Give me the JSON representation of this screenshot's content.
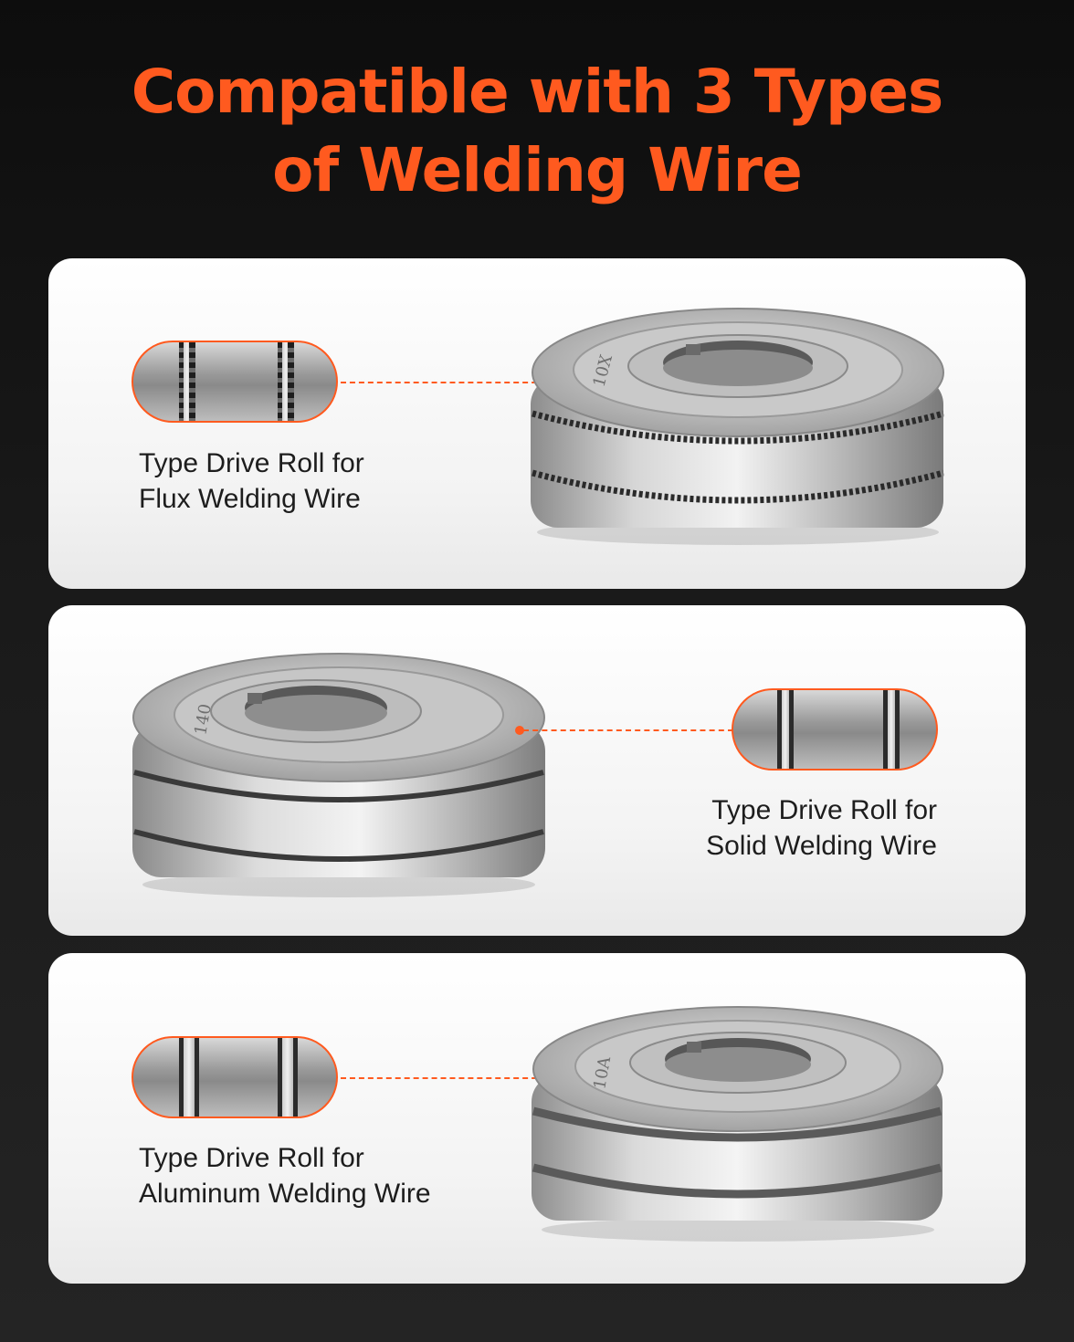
{
  "header": {
    "title_line_1": "Compatible with 3 Types",
    "title_line_2": "of Welding Wire"
  },
  "colors": {
    "accent": "#ff5a1f",
    "background": "#141414",
    "panel": "#f4f4f4",
    "text": "#1d1d1d"
  },
  "panels": [
    {
      "caption_line_1": "Type Drive Roll for",
      "caption_line_2": "Flux Welding Wire",
      "groove_style": "knurled",
      "roll_marking": "10X"
    },
    {
      "caption_line_1": "Type Drive Roll for",
      "caption_line_2": "Solid Welding Wire",
      "groove_style": "v-groove",
      "roll_marking": "140"
    },
    {
      "caption_line_1": "Type Drive Roll for",
      "caption_line_2": "Aluminum Welding Wire",
      "groove_style": "u-groove",
      "roll_marking": "10A"
    }
  ]
}
